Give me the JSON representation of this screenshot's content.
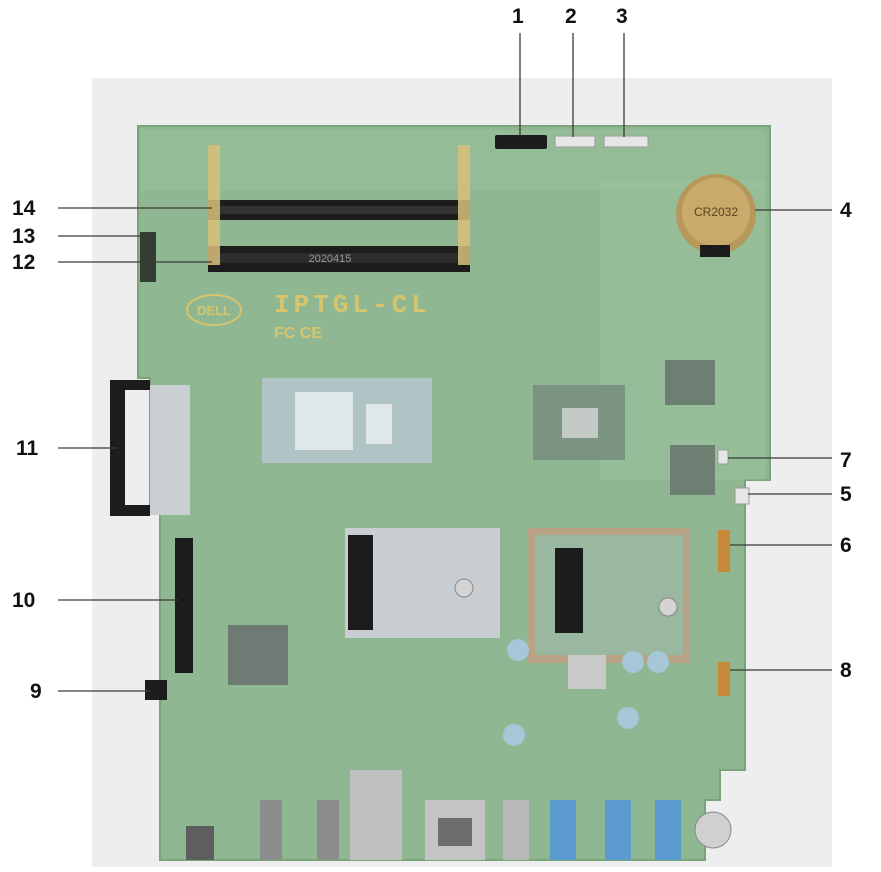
{
  "board": {
    "brand": "DELL",
    "model": "IPTGL-CL",
    "cert_marks": "FC CE",
    "dimm_print": "2020415",
    "battery_print": "CR2032"
  },
  "callouts": [
    {
      "id": "1",
      "label": "1"
    },
    {
      "id": "2",
      "label": "2"
    },
    {
      "id": "3",
      "label": "3"
    },
    {
      "id": "4",
      "label": "4"
    },
    {
      "id": "5",
      "label": "5"
    },
    {
      "id": "6",
      "label": "6"
    },
    {
      "id": "7",
      "label": "7"
    },
    {
      "id": "8",
      "label": "8"
    },
    {
      "id": "9",
      "label": "9"
    },
    {
      "id": "10",
      "label": "10"
    },
    {
      "id": "11",
      "label": "11"
    },
    {
      "id": "12",
      "label": "12"
    },
    {
      "id": "13",
      "label": "13"
    },
    {
      "id": "14",
      "label": "14"
    }
  ],
  "colors": {
    "pcb": "#8fb892",
    "pcb_dark": "#6f9a73",
    "background": "#f1f1f1",
    "connector_orange": "#c88a3a",
    "slot_black": "#1c1c1c",
    "silver": "#c9cfd2"
  }
}
